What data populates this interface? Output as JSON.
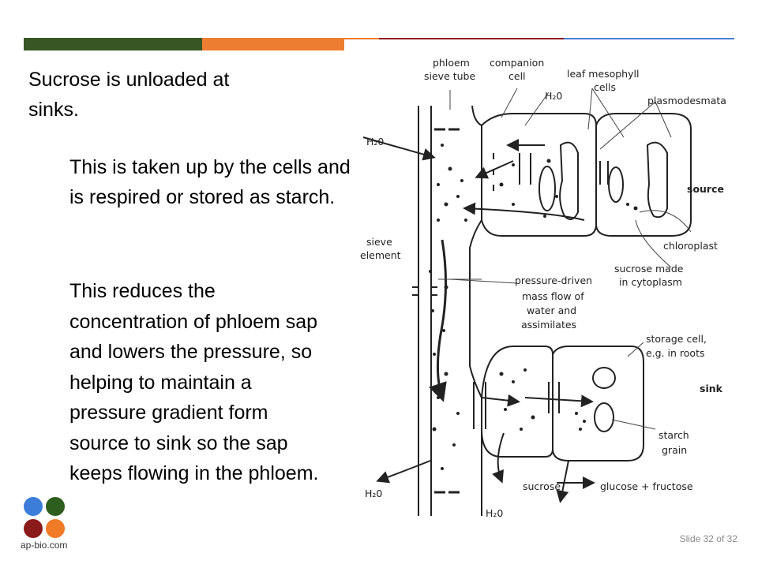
{
  "slide": {
    "title": "Sucrose is unloaded at sinks.",
    "paragraph_1": "This is taken up by the cells and is respired or stored as starch.",
    "paragraph_2": "This reduces the concentration of phloem sap and lowers the pressure, so helping to maintain a pressure gradient form source to sink so the sap keeps flowing in the phloem.",
    "slide_number": "Slide 32 of 32",
    "logo_text": "ap-bio.com"
  },
  "colors": {
    "bar_green": "#375623",
    "bar_orange": "#ed7d31",
    "bar_red": "#8b1a1a",
    "bar_blue": "#4a7fd4",
    "logo_blue": "#3b7dd8",
    "logo_green": "#2e5e1e",
    "logo_red": "#8b1a1a",
    "logo_orange": "#f07a26"
  },
  "diagram": {
    "labels": {
      "phloem_sieve_tube_1": "phloem",
      "phloem_sieve_tube_2": "sieve tube",
      "companion_cell_1": "companion",
      "companion_cell_2": "cell",
      "leaf_mesophyll_1": "leaf mesophyll",
      "leaf_mesophyll_2": "cells",
      "plasmodesmata": "plasmodesmata",
      "h2o_top": "H₂0",
      "h2o_left": "H₂0",
      "source": "source",
      "chloroplast": "chloroplast",
      "sieve_element_1": "sieve",
      "sieve_element_2": "element",
      "sucrose_made_1": "sucrose made",
      "sucrose_made_2": "in cytoplasm",
      "pressure_flow_1": "pressure-driven",
      "pressure_flow_2": "mass flow of",
      "pressure_flow_3": "water and",
      "pressure_flow_4": "assimilates",
      "storage_cell_1": "storage cell,",
      "storage_cell_2": "e.g. in roots",
      "sink": "sink",
      "starch_grain_1": "starch",
      "starch_grain_2": "grain",
      "h2o_bottom_left": "H₂0",
      "sucrose": "sucrose",
      "glucose_fructose": "glucose + fructose",
      "h2o_bottom": "H₂0"
    }
  }
}
